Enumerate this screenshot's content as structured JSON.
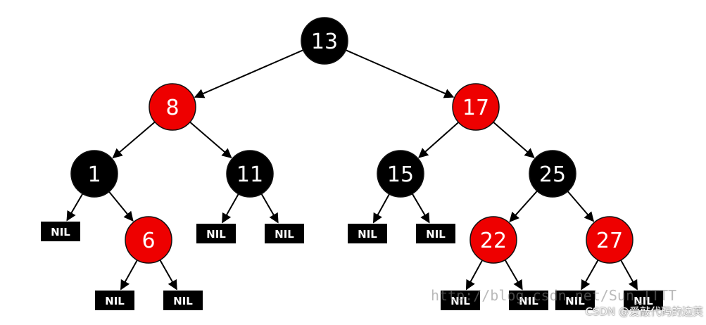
{
  "colors": {
    "red": "#ee0000",
    "black": "#000000",
    "edge": "#222222",
    "text": "#ffffff"
  },
  "nodes": [
    {
      "id": "n13",
      "label": "13",
      "color": "black"
    },
    {
      "id": "n8",
      "label": "8",
      "color": "red"
    },
    {
      "id": "n17",
      "label": "17",
      "color": "red"
    },
    {
      "id": "n1",
      "label": "1",
      "color": "black"
    },
    {
      "id": "n11",
      "label": "11",
      "color": "black"
    },
    {
      "id": "n15",
      "label": "15",
      "color": "black"
    },
    {
      "id": "n25",
      "label": "25",
      "color": "black"
    },
    {
      "id": "n6",
      "label": "6",
      "color": "red"
    },
    {
      "id": "n22",
      "label": "22",
      "color": "red"
    },
    {
      "id": "n27",
      "label": "27",
      "color": "red"
    }
  ],
  "nil_label": "NIL",
  "edges": [
    [
      "n13",
      "n8"
    ],
    [
      "n13",
      "n17"
    ],
    [
      "n8",
      "n1"
    ],
    [
      "n8",
      "n11"
    ],
    [
      "n17",
      "n15"
    ],
    [
      "n17",
      "n25"
    ],
    [
      "n1",
      "nil1"
    ],
    [
      "n1",
      "n6"
    ],
    [
      "n6",
      "nil2"
    ],
    [
      "n6",
      "nil3"
    ],
    [
      "n11",
      "nil4"
    ],
    [
      "n11",
      "nil5"
    ],
    [
      "n15",
      "nil6"
    ],
    [
      "n15",
      "nil7"
    ],
    [
      "n25",
      "n22"
    ],
    [
      "n25",
      "n27"
    ],
    [
      "n22",
      "nil8"
    ],
    [
      "n22",
      "nil9"
    ],
    [
      "n27",
      "nil10"
    ],
    [
      "n27",
      "nil11"
    ]
  ],
  "watermark": {
    "url": "http://blog.csdn.net/Sun_TTTT",
    "csdn": "CSDN @爱敲代码的边芙"
  }
}
